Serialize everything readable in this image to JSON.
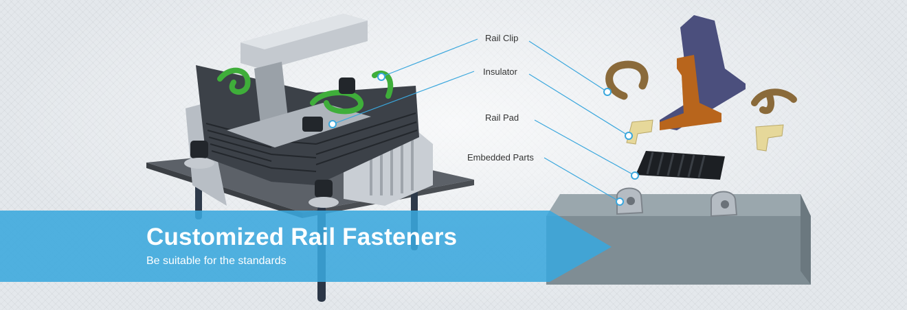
{
  "banner": {
    "title": "Customized Rail Fasteners",
    "subtitle": "Be suitable for the standards",
    "accent_color": "#3aa7dd",
    "callouts": [
      {
        "label": "Rail Clip"
      },
      {
        "label": "Insulator"
      },
      {
        "label": "Rail Pad"
      },
      {
        "label": "Embedded Parts"
      }
    ],
    "icons": [
      "assembled-fastener-icon",
      "rail-icon",
      "rail-clip-icon",
      "insulator-icon",
      "rail-pad-icon",
      "embedded-part-icon",
      "concrete-sleeper-icon"
    ]
  }
}
